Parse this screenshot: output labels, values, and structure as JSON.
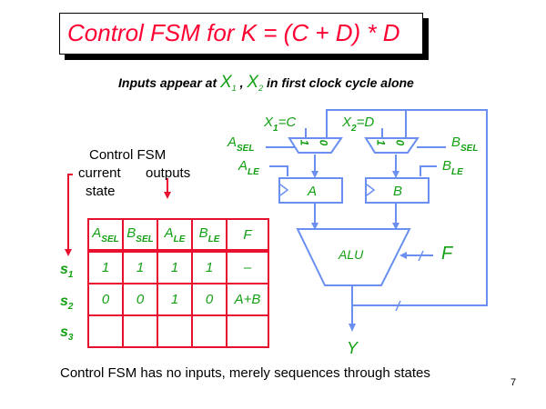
{
  "title": "Control FSM for K = (C + D) * D",
  "subtitle": {
    "prefix": "Inputs appear at ",
    "x1": "X",
    "x1_sub": "1",
    "sep": " , ",
    "x2": "X",
    "x2_sub": "2",
    "suffix": " in first clock cycle alone"
  },
  "fsm_labels": {
    "heading": "Control FSM",
    "current": "current",
    "state": "state",
    "outputs": "outputs"
  },
  "table": {
    "headers": [
      {
        "main": "A",
        "sub": "SEL"
      },
      {
        "main": "B",
        "sub": "SEL"
      },
      {
        "main": "A",
        "sub": "LE"
      },
      {
        "main": "B",
        "sub": "LE"
      },
      {
        "main": "F",
        "sub": ""
      }
    ],
    "rows": [
      {
        "state": "s",
        "state_sub": "1",
        "cells": [
          "1",
          "1",
          "1",
          "1",
          "–"
        ]
      },
      {
        "state": "s",
        "state_sub": "2",
        "cells": [
          "0",
          "0",
          "1",
          "0",
          "A+B"
        ]
      },
      {
        "state": "s",
        "state_sub": "3",
        "cells": [
          "",
          "",
          "",
          "",
          ""
        ]
      }
    ]
  },
  "datapath": {
    "x1_label": "X",
    "x1_sub": "1",
    "x1_eq": "=C",
    "x2_label": "X",
    "x2_sub": "2",
    "x2_eq": "=D",
    "asel": "A",
    "asel_sub": "SEL",
    "ale": "A",
    "ale_sub": "LE",
    "bsel": "B",
    "bsel_sub": "SEL",
    "ble": "B",
    "ble_sub": "LE",
    "reg_a": "A",
    "reg_b": "B",
    "alu": "ALU",
    "f": "F",
    "y": "Y",
    "mux_in1": "1",
    "mux_in0": "0"
  },
  "colors": {
    "title": "#ff0033",
    "green": "#14a014",
    "wire": "#6a8ff0",
    "table_border": "#e8102e"
  },
  "footer": "Control FSM has no inputs, merely sequences through states",
  "page_number": "7"
}
